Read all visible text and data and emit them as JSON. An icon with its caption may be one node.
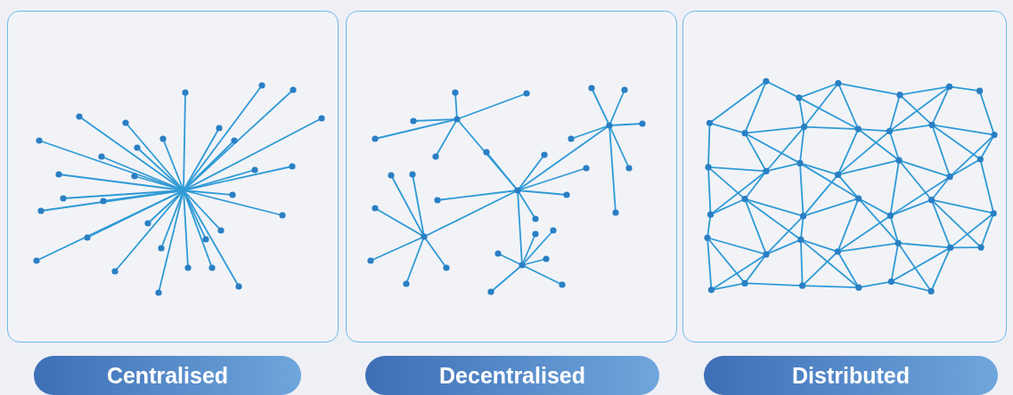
{
  "diagram": {
    "nodes": [
      {
        "text": [
          "Centralised"
        ]
      },
      {
        "text": [
          "Decentralised"
        ]
      },
      {
        "text": [
          "Distributed"
        ]
      }
    ]
  }
}
